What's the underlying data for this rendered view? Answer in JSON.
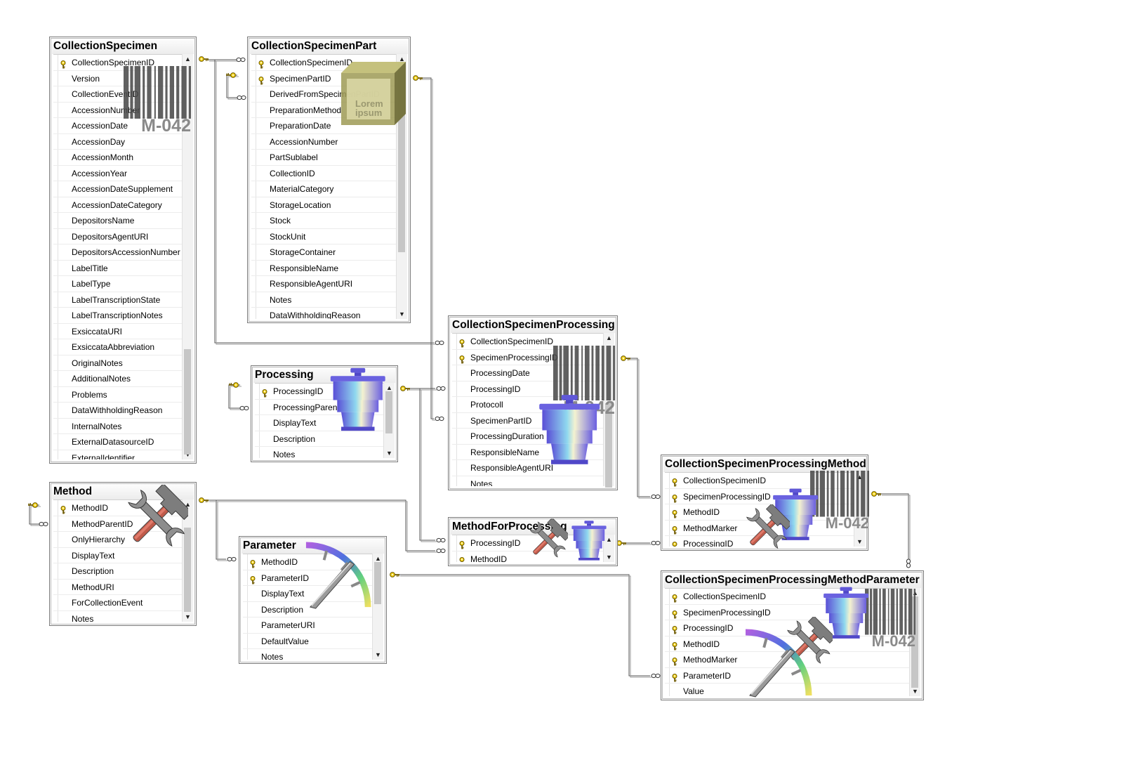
{
  "tables": [
    {
      "id": "cs",
      "name": "CollectionSpecimen",
      "fields": [
        {
          "name": "CollectionSpecimenID",
          "key": true
        },
        {
          "name": "Version"
        },
        {
          "name": "CollectionEventID"
        },
        {
          "name": "AccessionNumber"
        },
        {
          "name": "AccessionDate"
        },
        {
          "name": "AccessionDay"
        },
        {
          "name": "AccessionMonth"
        },
        {
          "name": "AccessionYear"
        },
        {
          "name": "AccessionDateSupplement"
        },
        {
          "name": "AccessionDateCategory"
        },
        {
          "name": "DepositorsName"
        },
        {
          "name": "DepositorsAgentURI"
        },
        {
          "name": "DepositorsAccessionNumber"
        },
        {
          "name": "LabelTitle"
        },
        {
          "name": "LabelType"
        },
        {
          "name": "LabelTranscriptionState"
        },
        {
          "name": "LabelTranscriptionNotes"
        },
        {
          "name": "ExsiccataURI"
        },
        {
          "name": "ExsiccataAbbreviation"
        },
        {
          "name": "OriginalNotes"
        },
        {
          "name": "AdditionalNotes"
        },
        {
          "name": "Problems"
        },
        {
          "name": "DataWithholdingReason"
        },
        {
          "name": "InternalNotes"
        },
        {
          "name": "ExternalDatasourceID"
        },
        {
          "name": "ExternalIdentifier"
        }
      ]
    },
    {
      "id": "csp",
      "name": "CollectionSpecimenPart",
      "fields": [
        {
          "name": "CollectionSpecimenID",
          "key": true
        },
        {
          "name": "SpecimenPartID",
          "key": true
        },
        {
          "name": "DerivedFromSpecimenPartID"
        },
        {
          "name": "PreparationMethod"
        },
        {
          "name": "PreparationDate"
        },
        {
          "name": "AccessionNumber"
        },
        {
          "name": "PartSublabel"
        },
        {
          "name": "CollectionID"
        },
        {
          "name": "MaterialCategory"
        },
        {
          "name": "StorageLocation"
        },
        {
          "name": "Stock"
        },
        {
          "name": "StockUnit"
        },
        {
          "name": "StorageContainer"
        },
        {
          "name": "ResponsibleName"
        },
        {
          "name": "ResponsibleAgentURI"
        },
        {
          "name": "Notes"
        },
        {
          "name": "DataWithholdingReason"
        }
      ]
    },
    {
      "id": "proc",
      "name": "Processing",
      "fields": [
        {
          "name": "ProcessingID",
          "key": true
        },
        {
          "name": "ProcessingParentID"
        },
        {
          "name": "DisplayText"
        },
        {
          "name": "Description"
        },
        {
          "name": "Notes"
        }
      ]
    },
    {
      "id": "cspr",
      "name": "CollectionSpecimenProcessing",
      "fields": [
        {
          "name": "CollectionSpecimenID",
          "key": true
        },
        {
          "name": "SpecimenProcessingID",
          "key": true
        },
        {
          "name": "ProcessingDate"
        },
        {
          "name": "ProcessingID"
        },
        {
          "name": "Protocoll"
        },
        {
          "name": "SpecimenPartID"
        },
        {
          "name": "ProcessingDuration"
        },
        {
          "name": "ResponsibleName"
        },
        {
          "name": "ResponsibleAgentURI"
        },
        {
          "name": "Notes"
        }
      ]
    },
    {
      "id": "meth",
      "name": "Method",
      "fields": [
        {
          "name": "MethodID",
          "key": true
        },
        {
          "name": "MethodParentID"
        },
        {
          "name": "OnlyHierarchy"
        },
        {
          "name": "DisplayText"
        },
        {
          "name": "Description"
        },
        {
          "name": "MethodURI"
        },
        {
          "name": "ForCollectionEvent"
        },
        {
          "name": "Notes"
        }
      ]
    },
    {
      "id": "param",
      "name": "Parameter",
      "fields": [
        {
          "name": "MethodID",
          "key": true
        },
        {
          "name": "ParameterID",
          "key": true
        },
        {
          "name": "DisplayText"
        },
        {
          "name": "Description"
        },
        {
          "name": "ParameterURI"
        },
        {
          "name": "DefaultValue"
        },
        {
          "name": "Notes"
        }
      ]
    },
    {
      "id": "mfp",
      "name": "MethodForProcessing",
      "fields": [
        {
          "name": "ProcessingID",
          "key": true
        },
        {
          "name": "MethodID",
          "key": true
        }
      ]
    },
    {
      "id": "cspm",
      "name": "CollectionSpecimenProcessingMethod",
      "fields": [
        {
          "name": "CollectionSpecimenID",
          "key": true
        },
        {
          "name": "SpecimenProcessingID",
          "key": true
        },
        {
          "name": "MethodID",
          "key": true
        },
        {
          "name": "MethodMarker",
          "key": true
        },
        {
          "name": "ProcessingID",
          "key": true
        }
      ]
    },
    {
      "id": "cspmp",
      "name": "CollectionSpecimenProcessingMethodParameter",
      "fields": [
        {
          "name": "CollectionSpecimenID",
          "key": true
        },
        {
          "name": "SpecimenProcessingID",
          "key": true
        },
        {
          "name": "ProcessingID",
          "key": true
        },
        {
          "name": "MethodID",
          "key": true
        },
        {
          "name": "MethodMarker",
          "key": true
        },
        {
          "name": "ParameterID",
          "key": true
        },
        {
          "name": "Value"
        }
      ]
    }
  ],
  "overlays": {
    "barcode_text": "M-042",
    "box_text_line1": "Lorem",
    "box_text_line2": "ipsum"
  },
  "icons": {
    "primary_key": "key-icon",
    "relationship_one": "key-endpoint-icon",
    "relationship_many": "infinity-endpoint-icon",
    "scroll_up": "scroll-up-arrow-icon",
    "scroll_down": "scroll-down-arrow-icon",
    "barcode": "barcode-icon",
    "box": "box-icon",
    "pot": "cooking-pot-icon",
    "tools": "hammer-wrench-icon",
    "gauge": "gauge-icon"
  },
  "colors": {
    "key_gold": "#e8c400",
    "connector": "#555555",
    "table_border": "#7a7a7a"
  }
}
